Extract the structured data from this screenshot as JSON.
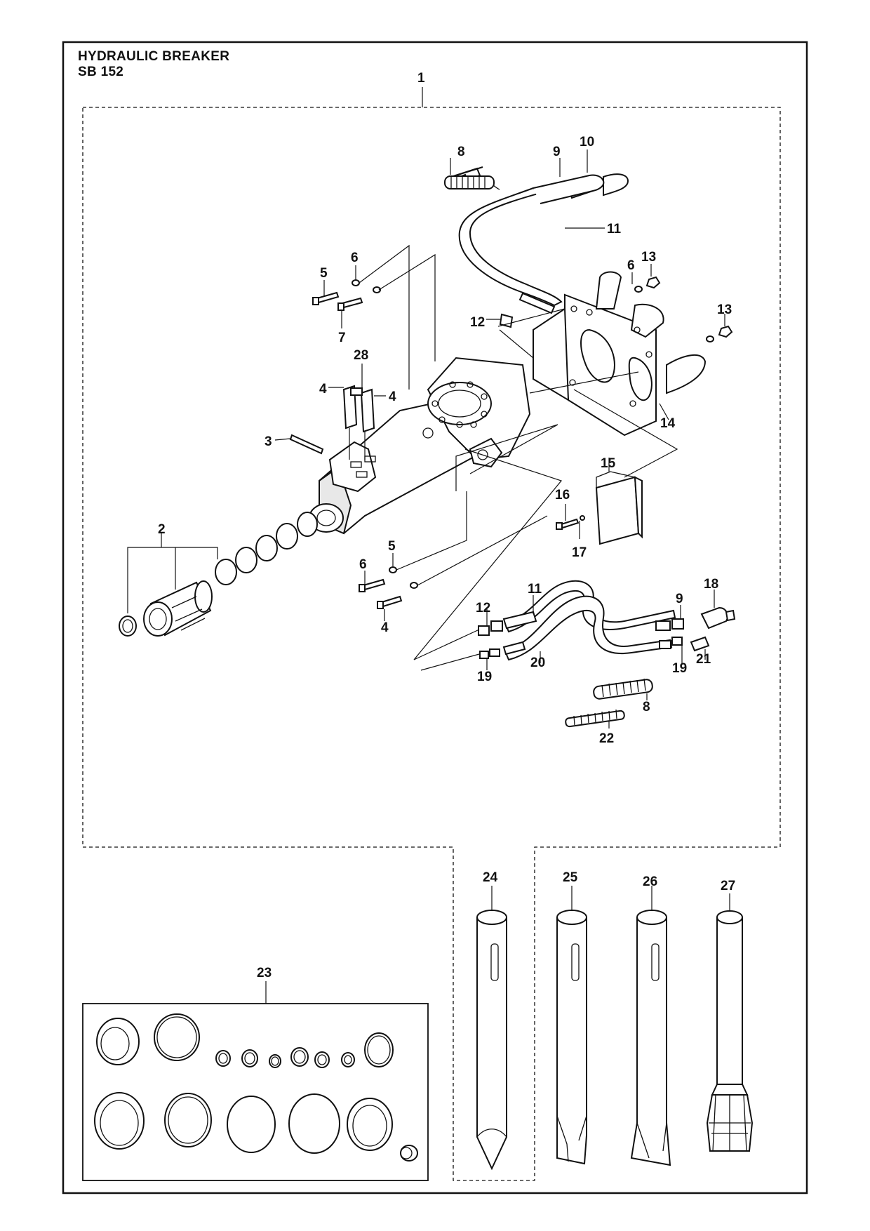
{
  "header": {
    "title": "HYDRAULIC BREAKER",
    "model": "SB 152"
  },
  "callouts": {
    "c1": "1",
    "c2": "2",
    "c3": "3",
    "c4a": "4",
    "c4b": "4",
    "c4c": "4",
    "c5a": "5",
    "c5b": "5",
    "c6a": "6",
    "c6b": "6",
    "c6c": "6",
    "c7": "7",
    "c8a": "8",
    "c8b": "8",
    "c9a": "9",
    "c9b": "9",
    "c10": "10",
    "c11a": "11",
    "c11b": "11",
    "c12a": "12",
    "c12b": "12",
    "c13a": "13",
    "c13b": "13",
    "c14": "14",
    "c15": "15",
    "c16": "16",
    "c17": "17",
    "c18": "18",
    "c19a": "19",
    "c19b": "19",
    "c20": "20",
    "c21": "21",
    "c22": "22",
    "c23": "23",
    "c24": "24",
    "c25": "25",
    "c26": "26",
    "c27": "27",
    "c28": "28"
  }
}
